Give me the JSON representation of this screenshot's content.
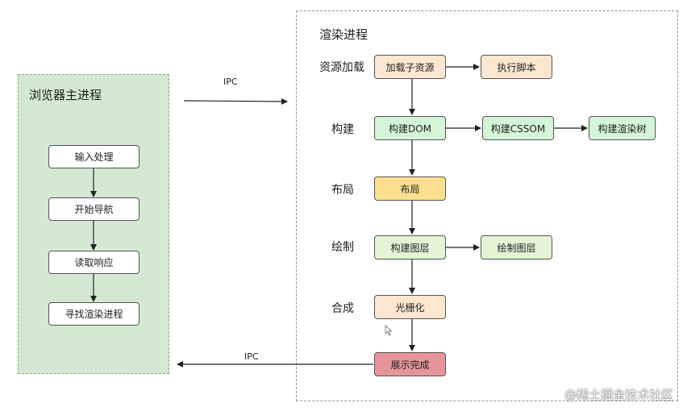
{
  "browser_process": {
    "title": "浏览器主进程",
    "steps": [
      "输入处理",
      "开始导航",
      "读取响应",
      "寻找渲染进程"
    ]
  },
  "render_process": {
    "title": "渲染进程",
    "stages": {
      "load": "资源加载",
      "build": "构建",
      "layout": "布局",
      "paint": "绘制",
      "composite": "合成"
    },
    "nodes": {
      "load_subresources": "加载子资源",
      "execute_script": "执行脚本",
      "build_dom": "构建DOM",
      "build_cssom": "构建CSSOM",
      "build_render_tree": "构建渲染树",
      "layout": "布局",
      "build_layers": "构建图层",
      "paint_layers": "绘制图层",
      "rasterize": "光栅化",
      "display_complete": "展示完成"
    }
  },
  "ipc_labels": {
    "to_render": "IPC",
    "to_browser": "IPC"
  },
  "watermark": "@稀土掘金技术社区",
  "colors": {
    "browser_panel_fill": "#d5e8d4",
    "resource_node": "#fde7d0",
    "build_node": "#d5f5d9",
    "layout_node": "#fce08f",
    "paint_node": "#e4f5d6",
    "composite_node": "#fde7d0",
    "final_node": "#e7959a"
  }
}
